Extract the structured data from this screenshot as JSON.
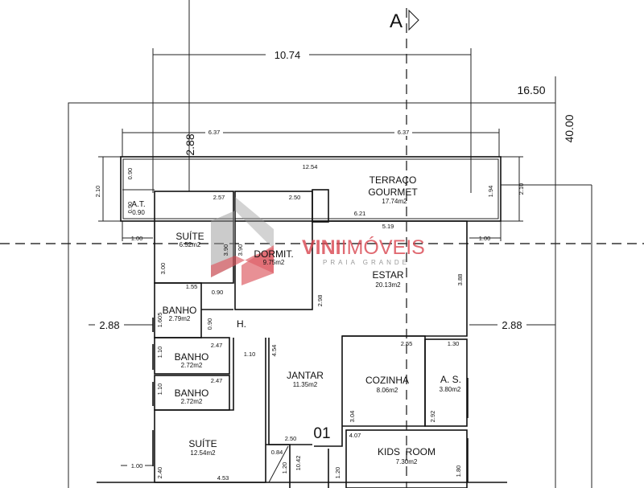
{
  "section_marker": "A",
  "overall": {
    "width_label": "16.50",
    "depth_label": "40.00",
    "building_width": "10.74",
    "setback_side": "2.88",
    "setback_front": "2.88"
  },
  "terrace_dims": {
    "left": "6.37",
    "right": "6.37",
    "length": "12.54",
    "height_left": "2.10",
    "height_right": "2.10",
    "inner_left": "0.90",
    "inner_right": "1.94",
    "offset_left": "1.00",
    "offset_right": "1.00"
  },
  "unit_number": "01",
  "rooms": [
    {
      "name": "TERRAÇO",
      "name2": "GOURMET",
      "area": "17.74m2"
    },
    {
      "name": "A.T.",
      "area": "0.90"
    },
    {
      "name": "SUÍTE",
      "area": "6.52m2"
    },
    {
      "name": "DORMIT.",
      "area": "9.75m2"
    },
    {
      "name": "ESTAR",
      "area": "20.13m2"
    },
    {
      "name": "BANHO",
      "area": "2.79m2"
    },
    {
      "name": "H.",
      "area": ""
    },
    {
      "name": "BANHO",
      "area": "2.72m2"
    },
    {
      "name": "BANHO",
      "area": "2.72m2"
    },
    {
      "name": "JANTAR",
      "area": "11.35m2"
    },
    {
      "name": "COZINHA",
      "area": "8.06m2"
    },
    {
      "name": "A. S.",
      "area": "3.80m2"
    },
    {
      "name": "SUÍTE",
      "area": "12.54m2"
    },
    {
      "name": "KIDS  ROOM",
      "area": "7.30m2"
    }
  ],
  "inner_dims": [
    "2.57",
    "2.50",
    "6.21",
    "5.19",
    "3.00",
    "3.90",
    "3.90",
    "1.55",
    "0.90",
    "2.98",
    "3.88",
    "1.605",
    "0.90",
    "2.47",
    "1.10",
    "2.47",
    "1.10",
    "1.10",
    "4.54",
    "2.55",
    "1.30",
    "3.04",
    "2.92",
    "2.50",
    "4.07",
    "0.84",
    "1.20",
    "10.42",
    "1.20",
    "1.80",
    "2.40",
    "4.53",
    "1.00",
    "0.90"
  ],
  "watermark": {
    "brand_bold": "VINI",
    "brand_light": "IMÓVEIS",
    "tagline": "PRAIA GRANDE",
    "color": "#d9464f",
    "gray": "#9a9a9a"
  }
}
